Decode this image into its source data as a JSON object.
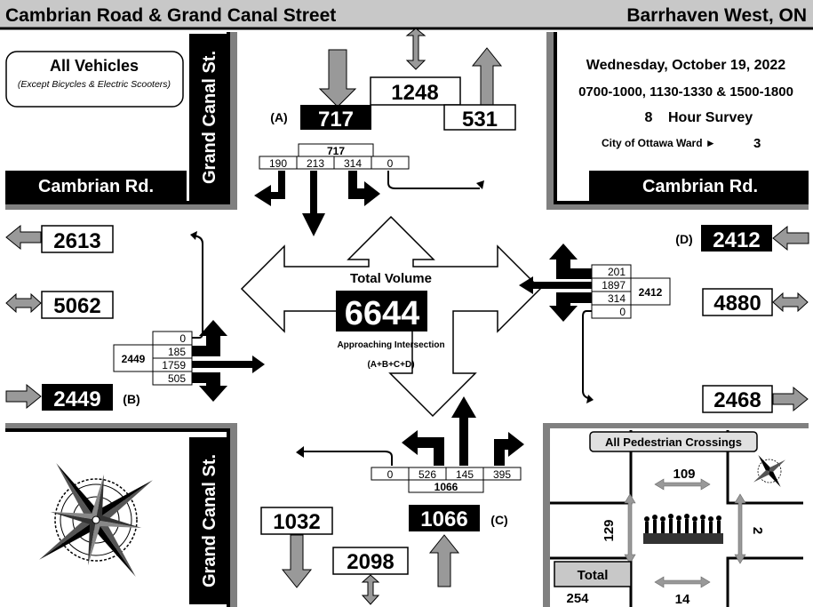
{
  "header": {
    "location": "Cambrian Road & Grand Canal Street",
    "area": "Barrhaven West, ON"
  },
  "legend": {
    "title": "All Vehicles",
    "subtitle": "(Except Bicycles & Electric Scooters)"
  },
  "survey": {
    "date": "Wednesday, October 19, 2022",
    "periods": "0700-1000, 1130-1330 & 1500-1800",
    "hours": "8",
    "hours_label": "Hour Survey",
    "ward_label": "City of Ottawa Ward ►",
    "ward": "3"
  },
  "streets": {
    "ns": "Grand Canal St.",
    "ew": "Cambrian Rd."
  },
  "total": {
    "label": "Total Volume",
    "value": "6644",
    "caption": "Approaching Intersection",
    "formula": "(A+B+C+D)"
  },
  "north": {
    "code": "(A)",
    "approach": "717",
    "total": "1248",
    "depart": "531",
    "sum": "717",
    "moves": [
      "190",
      "213",
      "314",
      "0"
    ]
  },
  "west": {
    "code": "(B)",
    "approach": "2449",
    "total": "5062",
    "depart": "2613",
    "sum": "2449",
    "moves": [
      "0",
      "185",
      "1759",
      "505"
    ]
  },
  "south": {
    "code": "(C)",
    "approach": "1066",
    "total": "2098",
    "depart": "1032",
    "sum": "1066",
    "moves": [
      "0",
      "526",
      "145",
      "395"
    ]
  },
  "east": {
    "code": "(D)",
    "approach": "2412",
    "total": "4880",
    "depart": "2468",
    "sum": "2412",
    "moves": [
      "201",
      "1897",
      "314",
      "0"
    ]
  },
  "pedestrians": {
    "title": "All Pedestrian Crossings",
    "north": "109",
    "west": "129",
    "east": "2",
    "south": "14",
    "total_label": "Total",
    "total": "254"
  },
  "icons": [
    "compass-rose-icon",
    "small-compass-icon",
    "pedestrian-crowd-icon"
  ]
}
